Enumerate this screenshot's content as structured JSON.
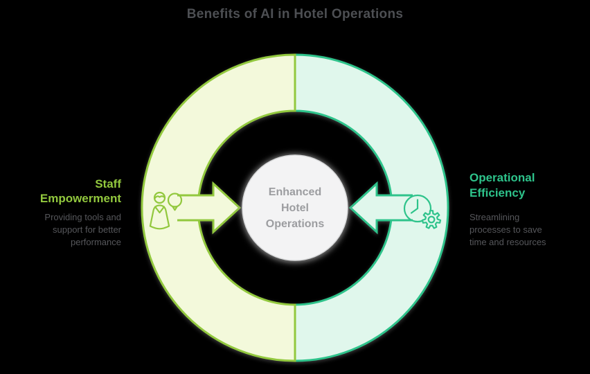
{
  "title": "Benefits of AI in Hotel Operations",
  "center": {
    "lines": [
      "Enhanced",
      "Hotel",
      "Operations"
    ]
  },
  "left_section": {
    "heading_lines": [
      "Staff",
      "Empowerment"
    ],
    "description_lines": [
      "Providing tools and",
      "support for better",
      "performance"
    ],
    "icon": "staff-lightbulb-icon"
  },
  "right_section": {
    "heading_lines": [
      "Operational",
      "Efficiency"
    ],
    "description_lines": [
      "Streamlining",
      "processes to save",
      "time and resources"
    ],
    "icon": "clock-gear-icon"
  },
  "colors": {
    "background": "#000000",
    "title_text": "#4d4f53",
    "body_text": "#56575b",
    "left_accent": "#92c83e",
    "left_fill": "#f3f9db",
    "right_accent": "#2ec38b",
    "right_fill": "#e0f7ec",
    "center_fill": "#f3f3f4",
    "center_stroke": "#d9dadb",
    "center_text": "#9c9da0"
  }
}
